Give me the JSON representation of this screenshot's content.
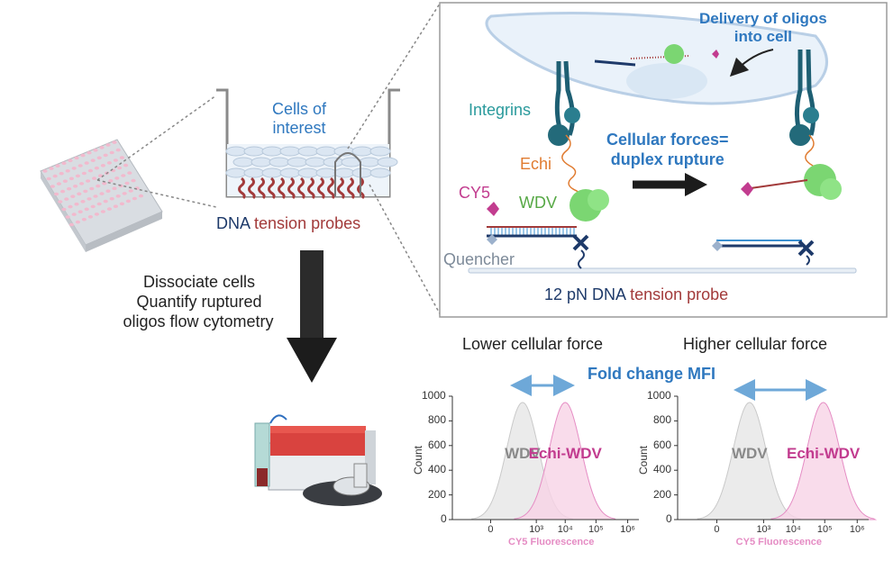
{
  "well_diagram": {
    "cells_label": "Cells of\ninterest",
    "probe_label_dna": "DNA",
    "probe_label_tension": "tension probes"
  },
  "workflow": {
    "step_lines": [
      "Dissociate cells",
      "Quantify ruptured",
      "oligos flow cytometry"
    ]
  },
  "inset": {
    "delivery_label": "Delivery of oligos\ninto cell",
    "integrins_label": "Integrins",
    "echi_label": "Echi",
    "cy5_label": "CY5",
    "wdv_label": "WDV",
    "quencher_label": "Quencher",
    "forces_label": "Cellular forces=\nduplex rupture",
    "probe_title_pn": "12 pN DNA",
    "probe_title_tension": "tension probe"
  },
  "fold_change_label": "Fold change MFI",
  "colors": {
    "blue_text": "#2f78bf",
    "pink": "#c23c8f",
    "probe_red": "#a23a3a",
    "teal": "#2a9a9c",
    "green": "#56a845",
    "orange": "#e07b30",
    "gray_peak": "#e6e6e6",
    "pink_peak": "#f7d3e6"
  },
  "chart_data": [
    {
      "type": "area",
      "title": "Lower cellular force",
      "xlabel": "CY5 Fluorescence",
      "ylabel": "Count",
      "ylim": [
        0,
        1000
      ],
      "yticks": [
        0,
        200,
        400,
        600,
        800,
        1000
      ],
      "xticks": [
        "0",
        "10³",
        "10⁴",
        "10⁵",
        "10⁶"
      ],
      "xscale": "biexponential",
      "series": [
        {
          "name": "WDV",
          "peak_x": 700,
          "peak_count": 950,
          "color": "#e6e6e6"
        },
        {
          "name": "Echi-WDV",
          "peak_x": 10000,
          "peak_count": 950,
          "color": "#f7d3e6"
        }
      ]
    },
    {
      "type": "area",
      "title": "Higher cellular force",
      "xlabel": "CY5 Fluorescence",
      "ylabel": "Count",
      "ylim": [
        0,
        1000
      ],
      "yticks": [
        0,
        200,
        400,
        600,
        800,
        1000
      ],
      "xticks": [
        "0",
        "10³",
        "10⁴",
        "10⁵",
        "10⁶"
      ],
      "xscale": "biexponential",
      "series": [
        {
          "name": "WDV",
          "peak_x": 700,
          "peak_count": 950,
          "color": "#e6e6e6"
        },
        {
          "name": "Echi-WDV",
          "peak_x": 90000,
          "peak_count": 950,
          "color": "#f7d3e6"
        }
      ]
    }
  ]
}
